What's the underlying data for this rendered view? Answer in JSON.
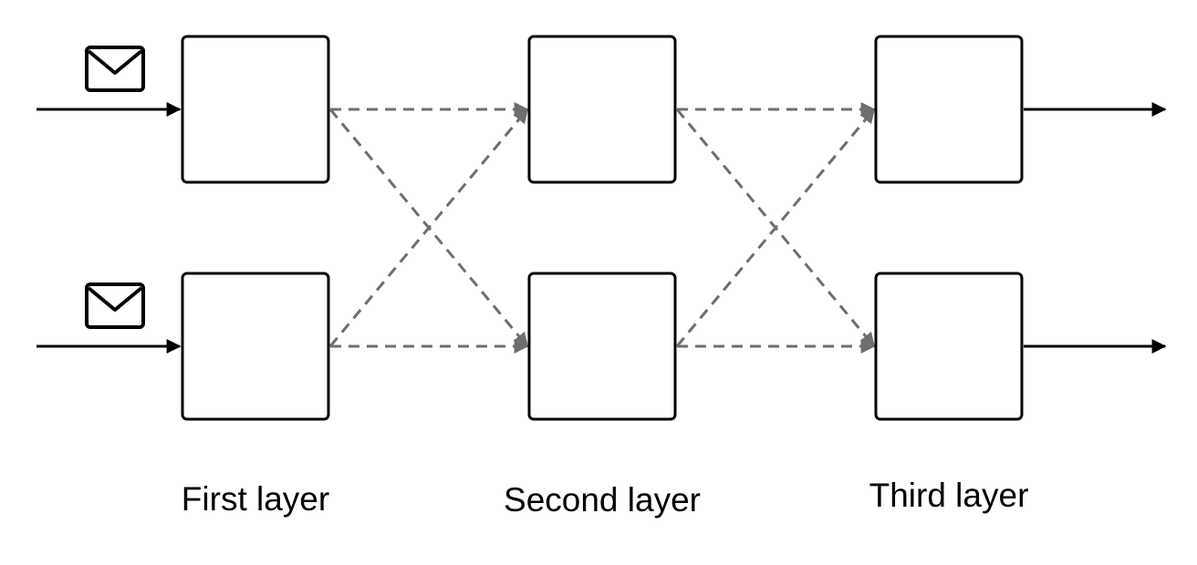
{
  "layers": [
    {
      "label": "First layer"
    },
    {
      "label": "Second layer"
    },
    {
      "label": "Third layer"
    }
  ],
  "icons": {
    "input_message": "envelope-icon"
  },
  "colors": {
    "node_stroke": "#000000",
    "solid_edge": "#000000",
    "dashed_edge": "#6e6e6e",
    "background": "#ffffff"
  }
}
